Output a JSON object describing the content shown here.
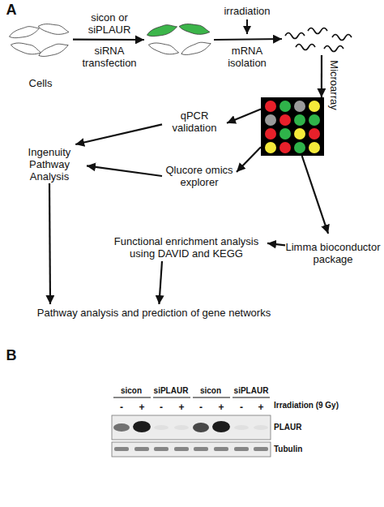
{
  "diagram": {
    "nodes": [
      {
        "text": [
          "Cells"
        ]
      },
      {
        "text": []
      },
      {
        "text": []
      },
      {
        "text": []
      },
      {
        "text": [
          "qPCR validation"
        ]
      },
      {
        "text": [
          "Ingenuity Pathway Analysis"
        ]
      },
      {
        "text": [
          "Qlucore omics explorer"
        ]
      },
      {
        "text": [
          "Limma bioconductor package"
        ]
      },
      {
        "text": [
          "Functional enrichment analysis using DAVID and KEGG"
        ]
      },
      {
        "text": [
          "Pathway analysis and prediction of gene networks"
        ]
      }
    ],
    "edges": [
      {
        "from": 0,
        "to": 1,
        "arrow": "to",
        "label": "sicon or siPLAUR"
      },
      {
        "from": 1,
        "to": 2,
        "arrow": "to",
        "label": "mRNA isolation"
      },
      {
        "from": 2,
        "to": 3,
        "arrow": "to",
        "label": "Microarray"
      },
      {
        "from": 3,
        "to": 4,
        "arrow": "to"
      },
      {
        "from": 4,
        "to": 5,
        "arrow": "to"
      },
      {
        "from": 3,
        "to": 6,
        "arrow": "to"
      },
      {
        "from": 6,
        "to": 5,
        "arrow": "to"
      },
      {
        "from": 3,
        "to": 7,
        "arrow": "to"
      },
      {
        "from": 7,
        "to": 8,
        "arrow": "to"
      },
      {
        "from": 5,
        "to": 9,
        "arrow": "to"
      },
      {
        "from": 8,
        "to": 9,
        "arrow": "to"
      }
    ],
    "labels": [
      "A",
      "siRNA transfection",
      "irradiation",
      "B",
      "sicon",
      "siPLAUR",
      "sicon",
      "siPLAUR",
      "Irradiation (9 Gy)",
      "-",
      "+",
      "-",
      "+",
      "-",
      "+",
      "-",
      "+",
      "PLAUR",
      "Tubulin"
    ]
  }
}
